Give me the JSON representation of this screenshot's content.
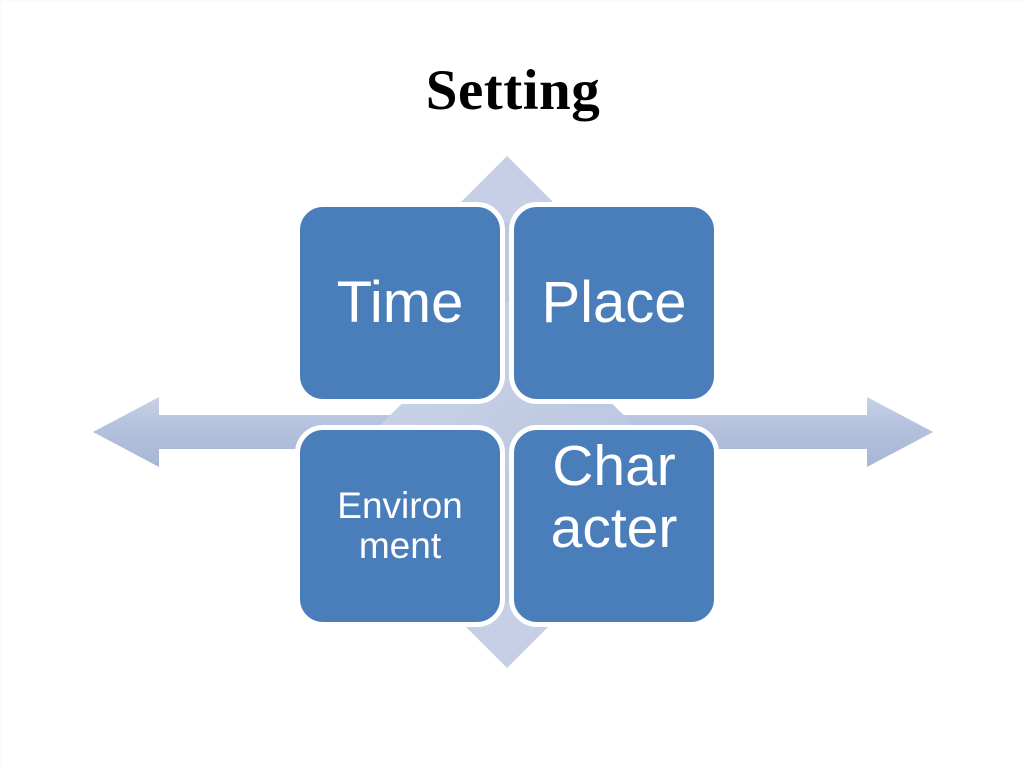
{
  "slide": {
    "title": "Setting",
    "background_color": "#ffffff"
  },
  "diagram": {
    "type": "four-quadrant-with-arrows",
    "box_fill_color": "#4a7ebb",
    "box_border_color": "#ffffff",
    "box_text_color": "#ffffff",
    "arrow_color_light": "#c3cde4",
    "arrow_color_mid": "#b3c1dd",
    "arrow_color_dark": "#a8b7d6",
    "boxes": [
      {
        "id": "time",
        "label": "Time",
        "position": "top-left"
      },
      {
        "id": "place",
        "label": "Place",
        "position": "top-right"
      },
      {
        "id": "environment",
        "label": "Environ\nment",
        "position": "bottom-left"
      },
      {
        "id": "character",
        "label": "Char\nacter",
        "position": "bottom-right"
      }
    ],
    "arrows": [
      {
        "id": "arrow-up",
        "direction": "up"
      },
      {
        "id": "arrow-down",
        "direction": "down"
      },
      {
        "id": "arrow-left",
        "direction": "left"
      },
      {
        "id": "arrow-right",
        "direction": "right"
      }
    ]
  }
}
